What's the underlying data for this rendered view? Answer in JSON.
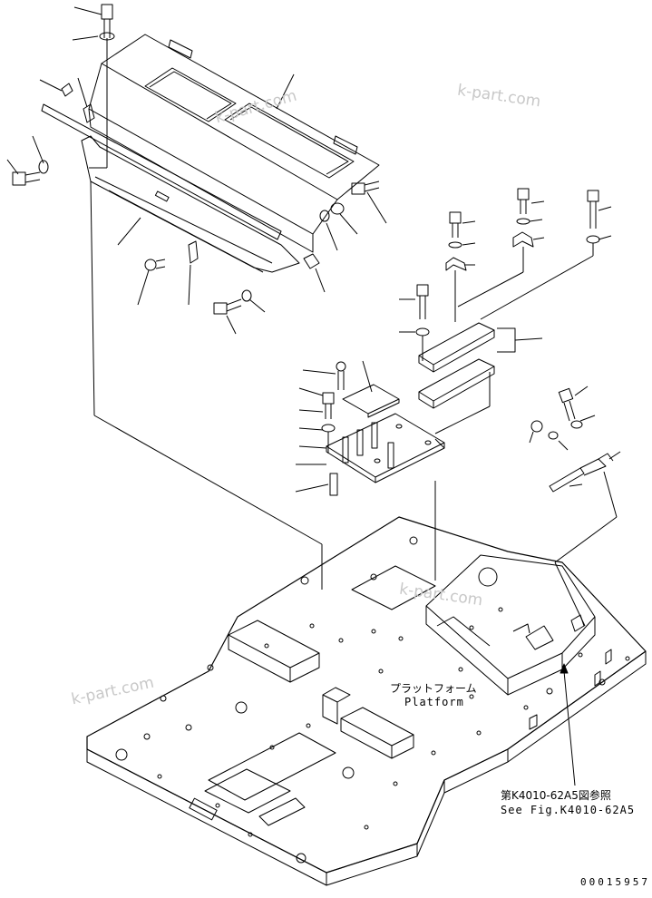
{
  "labels": {
    "platform_jp": "プラットフォーム",
    "platform_en": "Platform",
    "ref_jp": "第K4010-62A5図参照",
    "ref_en": "See Fig.K4010-62A5",
    "drawing_no": "00015957"
  },
  "watermarks": [
    "k-part.com",
    "k-part.com",
    "k-part.com",
    "k-part.com"
  ],
  "colors": {
    "line": "#000000",
    "watermark": "#c8c8c8",
    "background": "#ffffff"
  }
}
